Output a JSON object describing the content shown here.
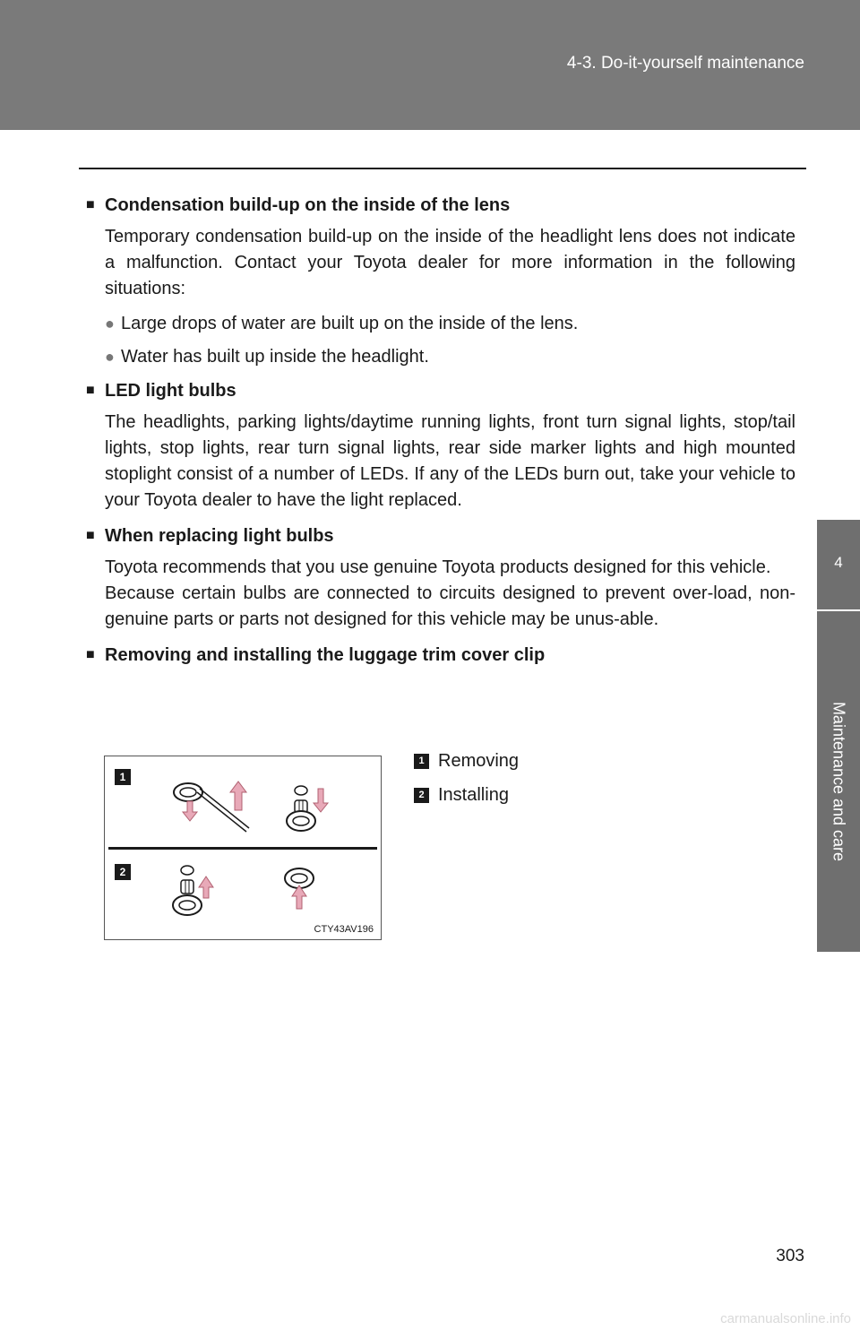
{
  "header": {
    "title": "4-3. Do-it-yourself maintenance"
  },
  "side_tab": {
    "number": "4",
    "label": "Maintenance and care"
  },
  "sections": [
    {
      "heading": "Condensation build-up on the inside of the lens",
      "paragraphs": [
        "Temporary condensation build-up on the inside of the headlight lens does not indicate a malfunction. Contact your Toyota dealer for more information in the following situations:"
      ],
      "bullets": [
        "Large drops of water are built up on the inside of the lens.",
        "Water has built up inside the headlight."
      ]
    },
    {
      "heading": "LED light bulbs",
      "paragraphs": [
        "The headlights, parking lights/daytime running lights, front turn signal lights, stop/tail lights, stop lights, rear turn signal lights, rear side marker lights and high mounted stoplight consist of a number of LEDs. If any of the LEDs burn out, take your vehicle to your Toyota dealer to have the light replaced."
      ]
    },
    {
      "heading": "When replacing light bulbs",
      "paragraphs": [
        "Toyota recommends that you use genuine Toyota products designed for this vehicle.",
        "Because certain bulbs are connected to circuits designed to prevent over-load, non-genuine parts or parts not designed for this vehicle may be unus-able."
      ]
    },
    {
      "heading": "Removing and installing the luggage trim cover clip"
    }
  ],
  "figure": {
    "badges": [
      "1",
      "2"
    ],
    "code": "CTY43AV196",
    "arrow_color": "#e8a9b8"
  },
  "legend": [
    {
      "badge": "1",
      "label": "Removing"
    },
    {
      "badge": "2",
      "label": "Installing"
    }
  ],
  "page_number": "303",
  "watermark": "carmanualsonline.info"
}
